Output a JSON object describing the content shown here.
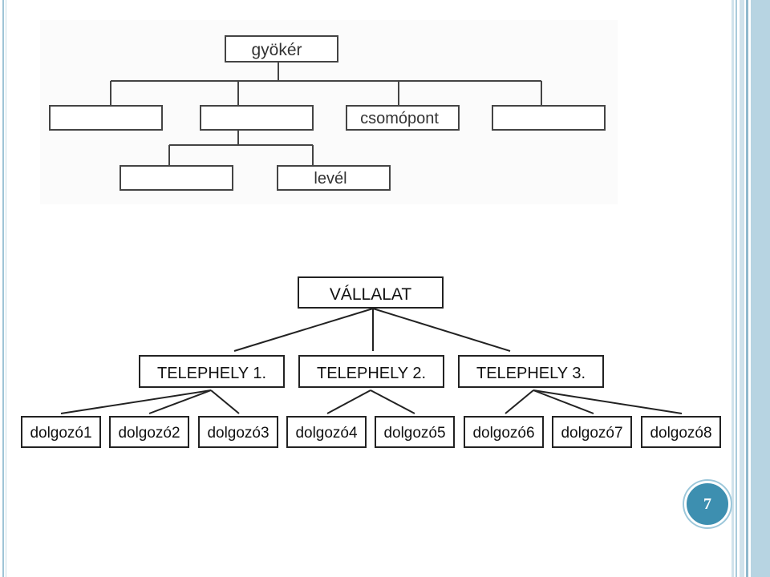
{
  "tree1": {
    "root": "gyökér",
    "nodes": [
      "",
      "",
      "csomópont",
      ""
    ],
    "leaves": [
      "",
      "levél"
    ]
  },
  "tree2": {
    "root": "VÁLLALAT",
    "sites": [
      "TELEPHELY 1.",
      "TELEPHELY 2.",
      "TELEPHELY 3."
    ],
    "workers": [
      "dolgozó1",
      "dolgozó2",
      "dolgozó3",
      "dolgozó4",
      "dolgozó5",
      "dolgozó6",
      "dolgozó7",
      "dolgozó8"
    ]
  },
  "slide": {
    "page_number": "7"
  },
  "colors": {
    "accent": "#3d8fb0",
    "frame": "#9fc4d6"
  }
}
